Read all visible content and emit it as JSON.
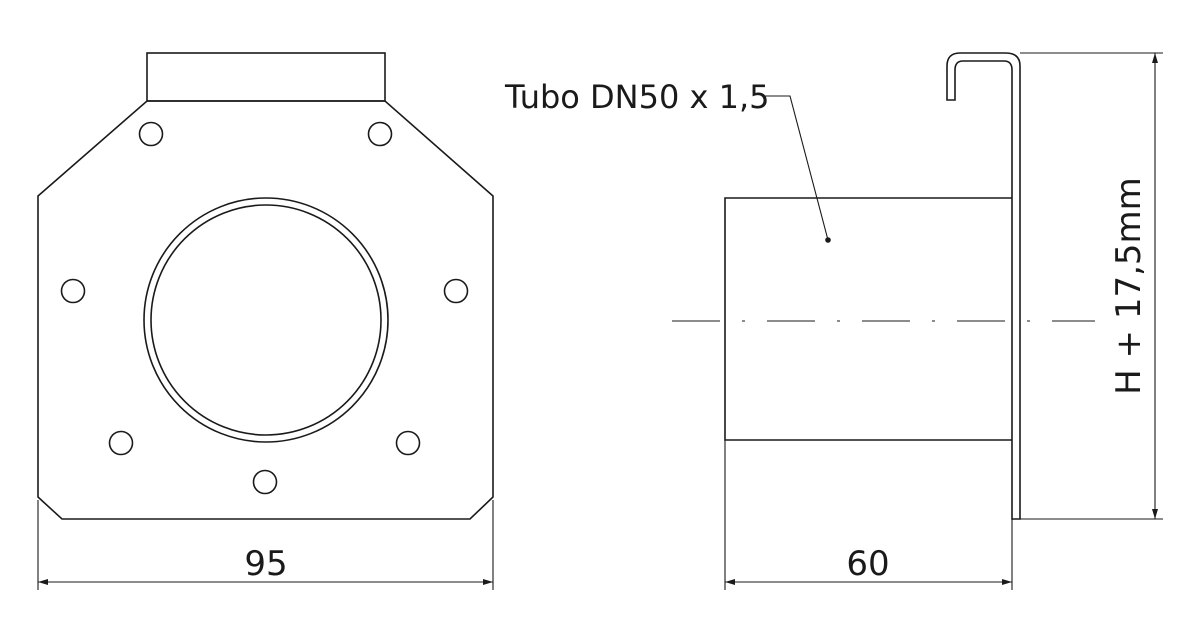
{
  "drawing": {
    "tube_label": "Tubo DN50 x 1,5",
    "width_dim": "95",
    "length_dim": "60",
    "height_dim": "H + 17,5mm"
  }
}
